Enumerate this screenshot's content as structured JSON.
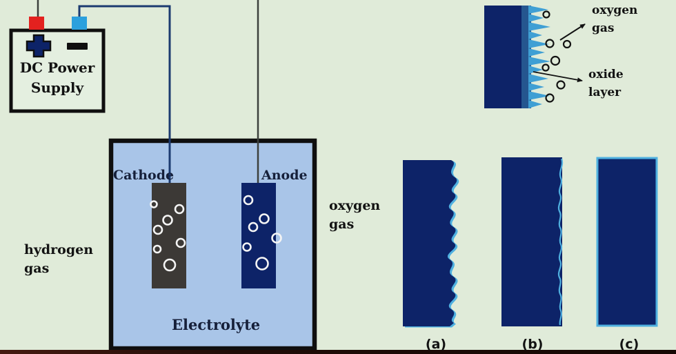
{
  "colors": {
    "background": "#e0ebd9",
    "tank_fill": "#a9c5e8",
    "navy": "#0d2368",
    "cathode_gray": "#3c3936",
    "terminal_red": "#e3211f",
    "terminal_blue": "#2ba0dd",
    "oxide_blue": "#3f9fd4",
    "fringe_blue": "#4fb0e0",
    "band_blue": "#25568f",
    "wire_navy": "#1b3a70",
    "wire_dark": "#3c403c",
    "ink": "#121212",
    "label_navy": "#16203a",
    "bottom_strip": "#2a0f09"
  },
  "power_supply": {
    "line1": "DC Power",
    "line2": "Supply",
    "plus": "+",
    "minus": "−"
  },
  "cell": {
    "cathode_label": "Cathode",
    "anode_label": "Anode",
    "electrolyte_label": "Electrolyte",
    "hydrogen_label": {
      "line1": "hydrogen",
      "line2": "gas"
    },
    "oxygen_label": {
      "line1": "oxygen",
      "line2": "gas"
    }
  },
  "closeup": {
    "oxygen_gas_label": {
      "line1": "oxygen",
      "line2": "gas"
    },
    "oxide_layer_label": {
      "line1": "oxide",
      "line2": "layer"
    }
  },
  "panels": {
    "a": "(a)",
    "b": "(b)",
    "c": "(c)"
  }
}
